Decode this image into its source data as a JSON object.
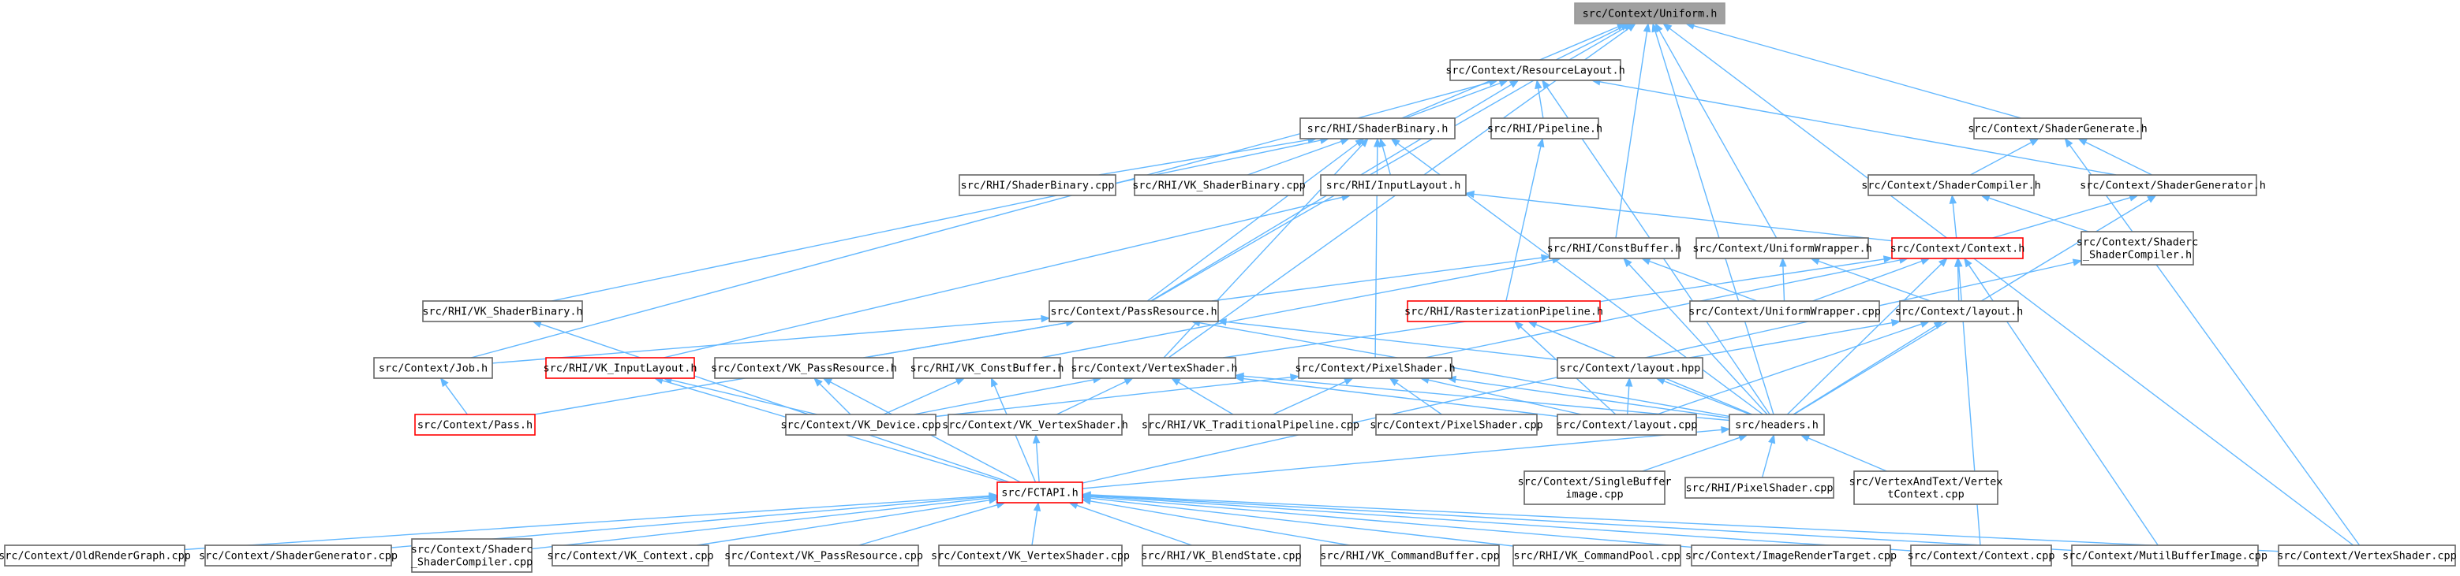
{
  "nodes": [
    {
      "id": "uniform",
      "lines": [
        "src/Context/Uniform.h"
      ],
      "root": true
    },
    {
      "id": "reslayout",
      "lines": [
        "src/Context/ResourceLayout.h"
      ]
    },
    {
      "id": "shadergenerate",
      "lines": [
        "src/Context/ShaderGenerate.h"
      ]
    },
    {
      "id": "shaderbinary",
      "lines": [
        "src/RHI/ShaderBinary.h"
      ]
    },
    {
      "id": "pipeline",
      "lines": [
        "src/RHI/Pipeline.h"
      ]
    },
    {
      "id": "shadercompiler",
      "lines": [
        "src/Context/ShaderCompiler.h"
      ]
    },
    {
      "id": "shadergenerator",
      "lines": [
        "src/Context/ShaderGenerator.h"
      ]
    },
    {
      "id": "shaderbinarycpp",
      "lines": [
        "src/RHI/ShaderBinary.cpp"
      ]
    },
    {
      "id": "vkshaderbinarycpp",
      "lines": [
        "src/RHI/VK_ShaderBinary.cpp"
      ]
    },
    {
      "id": "inputlayout",
      "lines": [
        "src/RHI/InputLayout.h"
      ]
    },
    {
      "id": "constbuffer",
      "lines": [
        "src/RHI/ConstBuffer.h"
      ]
    },
    {
      "id": "uniformwrapper",
      "lines": [
        "src/Context/UniformWrapper.h"
      ]
    },
    {
      "id": "context",
      "lines": [
        "src/Context/Context.h"
      ],
      "hl": true
    },
    {
      "id": "shadercshadercompiler",
      "lines": [
        "src/Context/Shaderc",
        "_ShaderCompiler.h"
      ]
    },
    {
      "id": "vkshaderbinary",
      "lines": [
        "src/RHI/VK_ShaderBinary.h"
      ]
    },
    {
      "id": "passresource",
      "lines": [
        "src/Context/PassResource.h"
      ]
    },
    {
      "id": "rastpipeline",
      "lines": [
        "src/RHI/RasterizationPipeline.h"
      ],
      "hl": true
    },
    {
      "id": "uniformwrappercpp",
      "lines": [
        "src/Context/UniformWrapper.cpp"
      ]
    },
    {
      "id": "layouth",
      "lines": [
        "src/Context/layout.h"
      ]
    },
    {
      "id": "job",
      "lines": [
        "src/Context/Job.h"
      ]
    },
    {
      "id": "vkinputlayout",
      "lines": [
        "src/RHI/VK_InputLayout.h"
      ],
      "hl": true
    },
    {
      "id": "vkpassresource",
      "lines": [
        "src/Context/VK_PassResource.h"
      ]
    },
    {
      "id": "vkconstbuffer",
      "lines": [
        "src/RHI/VK_ConstBuffer.h"
      ]
    },
    {
      "id": "vertexshader",
      "lines": [
        "src/Context/VertexShader.h"
      ]
    },
    {
      "id": "pixelshader",
      "lines": [
        "src/Context/PixelShader.h"
      ]
    },
    {
      "id": "layouthpp",
      "lines": [
        "src/Context/layout.hpp"
      ]
    },
    {
      "id": "pass",
      "lines": [
        "src/Context/Pass.h"
      ],
      "hl": true
    },
    {
      "id": "vkdevice",
      "lines": [
        "src/Context/VK_Device.cpp"
      ]
    },
    {
      "id": "vkvertexshader",
      "lines": [
        "src/Context/VK_VertexShader.h"
      ]
    },
    {
      "id": "vktradpipeline",
      "lines": [
        "src/RHI/VK_TraditionalPipeline.cpp"
      ]
    },
    {
      "id": "pixelshadercpp",
      "lines": [
        "src/Context/PixelShader.cpp"
      ]
    },
    {
      "id": "layoutcpp",
      "lines": [
        "src/Context/layout.cpp"
      ]
    },
    {
      "id": "headers",
      "lines": [
        "src/headers.h"
      ]
    },
    {
      "id": "singlebuffer",
      "lines": [
        "src/Context/SingleBuffer",
        "image.cpp"
      ]
    },
    {
      "id": "rhipixelshader",
      "lines": [
        "src/RHI/PixelShader.cpp"
      ]
    },
    {
      "id": "vertexandtext",
      "lines": [
        "src/VertexAndText/Vertex",
        "tContext.cpp"
      ]
    },
    {
      "id": "fctapi",
      "lines": [
        "src/FCTAPI.h"
      ],
      "hl": true
    },
    {
      "id": "oldrendergraph",
      "lines": [
        "src/Context/OldRenderGraph.cpp"
      ]
    },
    {
      "id": "shadergeneratorcpp",
      "lines": [
        "src/Context/ShaderGenerator.cpp"
      ]
    },
    {
      "id": "shadercshadercompilercpp",
      "lines": [
        "src/Context/Shaderc",
        "_ShaderCompiler.cpp"
      ]
    },
    {
      "id": "vkcontext",
      "lines": [
        "src/Context/VK_Context.cpp"
      ]
    },
    {
      "id": "vkpassresourcecpp",
      "lines": [
        "src/Context/VK_PassResource.cpp"
      ]
    },
    {
      "id": "vkvertexshadercpp",
      "lines": [
        "src/Context/VK_VertexShader.cpp"
      ]
    },
    {
      "id": "vkblendstate",
      "lines": [
        "src/RHI/VK_BlendState.cpp"
      ]
    },
    {
      "id": "vkcommandbuffer",
      "lines": [
        "src/RHI/VK_CommandBuffer.cpp"
      ]
    },
    {
      "id": "vkcommandpool",
      "lines": [
        "src/RHI/VK_CommandPool.cpp"
      ]
    },
    {
      "id": "imagerendertarget",
      "lines": [
        "src/Context/ImageRenderTarget.cpp"
      ]
    },
    {
      "id": "contextcpp",
      "lines": [
        "src/Context/Context.cpp"
      ]
    },
    {
      "id": "mutilbufferimage",
      "lines": [
        "src/Context/MutilBufferImage.cpp"
      ]
    },
    {
      "id": "vertexshadercpp",
      "lines": [
        "src/Context/VertexShader.cpp"
      ]
    }
  ],
  "edges": [
    [
      "reslayout",
      "uniform"
    ],
    [
      "shadergenerate",
      "uniform"
    ],
    [
      "shaderbinary",
      "uniform"
    ],
    [
      "constbuffer",
      "uniform"
    ],
    [
      "uniformwrapper",
      "uniform"
    ],
    [
      "passresource",
      "uniform"
    ],
    [
      "vertexshader",
      "uniform"
    ],
    [
      "headers",
      "uniform"
    ],
    [
      "vertexshadercpp",
      "uniform"
    ],
    [
      "shaderbinary",
      "reslayout"
    ],
    [
      "pipeline",
      "reslayout"
    ],
    [
      "shadergenerator",
      "reslayout"
    ],
    [
      "job",
      "reslayout"
    ],
    [
      "passresource",
      "reslayout"
    ],
    [
      "headers",
      "reslayout"
    ],
    [
      "shadercompiler",
      "shadergenerate"
    ],
    [
      "shadergenerator",
      "shadergenerate"
    ],
    [
      "vertexshadercpp",
      "shadergenerate"
    ],
    [
      "shaderbinarycpp",
      "shaderbinary"
    ],
    [
      "vkshaderbinarycpp",
      "shaderbinary"
    ],
    [
      "inputlayout",
      "shaderbinary"
    ],
    [
      "vkshaderbinary",
      "shaderbinary"
    ],
    [
      "vertexshader",
      "shaderbinary"
    ],
    [
      "pixelshader",
      "shaderbinary"
    ],
    [
      "headers",
      "shaderbinary"
    ],
    [
      "passresource",
      "shaderbinary"
    ],
    [
      "rastpipeline",
      "pipeline"
    ],
    [
      "context",
      "shadercompiler"
    ],
    [
      "shadercshadercompiler",
      "shadercompiler"
    ],
    [
      "context",
      "shadergenerator"
    ],
    [
      "headers",
      "shadergenerator"
    ],
    [
      "context",
      "inputlayout"
    ],
    [
      "vkinputlayout",
      "inputlayout"
    ],
    [
      "passresource",
      "constbuffer"
    ],
    [
      "uniformwrappercpp",
      "constbuffer"
    ],
    [
      "vkconstbuffer",
      "constbuffer"
    ],
    [
      "headers",
      "constbuffer"
    ],
    [
      "uniformwrappercpp",
      "uniformwrapper"
    ],
    [
      "layouth",
      "uniformwrapper"
    ],
    [
      "uniformwrappercpp",
      "context"
    ],
    [
      "layouth",
      "context"
    ],
    [
      "headers",
      "context"
    ],
    [
      "contextcpp",
      "context"
    ],
    [
      "mutilbufferimage",
      "context"
    ],
    [
      "vertexshader",
      "context"
    ],
    [
      "pixelshader",
      "context"
    ],
    [
      "fctapi",
      "shadercshadercompiler"
    ],
    [
      "fctapi",
      "vkshaderbinary"
    ],
    [
      "job",
      "passresource"
    ],
    [
      "vkpassresource",
      "passresource"
    ],
    [
      "pass",
      "passresource"
    ],
    [
      "layouthpp",
      "passresource"
    ],
    [
      "headers",
      "passresource"
    ],
    [
      "layoutcpp",
      "rastpipeline"
    ],
    [
      "headers",
      "rastpipeline"
    ],
    [
      "layouthpp",
      "layouth"
    ],
    [
      "layoutcpp",
      "layouth"
    ],
    [
      "headers",
      "layouth"
    ],
    [
      "pass",
      "job"
    ],
    [
      "fctapi",
      "vkinputlayout"
    ],
    [
      "vkdevice",
      "vkinputlayout"
    ],
    [
      "fctapi",
      "vkpassresource"
    ],
    [
      "vkdevice",
      "vkpassresource"
    ],
    [
      "fctapi",
      "vkconstbuffer"
    ],
    [
      "vkdevice",
      "vkconstbuffer"
    ],
    [
      "vkvertexshader",
      "vertexshader"
    ],
    [
      "vkdevice",
      "vertexshader"
    ],
    [
      "vktradpipeline",
      "vertexshader"
    ],
    [
      "layoutcpp",
      "vertexshader"
    ],
    [
      "headers",
      "vertexshader"
    ],
    [
      "vktradpipeline",
      "pixelshader"
    ],
    [
      "pixelshadercpp",
      "pixelshader"
    ],
    [
      "layoutcpp",
      "pixelshader"
    ],
    [
      "headers",
      "pixelshader"
    ],
    [
      "vkdevice",
      "pixelshader"
    ],
    [
      "layoutcpp",
      "layouthpp"
    ],
    [
      "headers",
      "layouthpp"
    ],
    [
      "fctapi",
      "vkvertexshader"
    ],
    [
      "fctapi",
      "headers"
    ],
    [
      "singlebuffer",
      "headers"
    ],
    [
      "rhipixelshader",
      "headers"
    ],
    [
      "vertexandtext",
      "headers"
    ],
    [
      "oldrendergraph",
      "fctapi"
    ],
    [
      "shadergeneratorcpp",
      "fctapi"
    ],
    [
      "shadercshadercompilercpp",
      "fctapi"
    ],
    [
      "vkcontext",
      "fctapi"
    ],
    [
      "vkpassresourcecpp",
      "fctapi"
    ],
    [
      "vkvertexshadercpp",
      "fctapi"
    ],
    [
      "vkblendstate",
      "fctapi"
    ],
    [
      "vkcommandbuffer",
      "fctapi"
    ],
    [
      "vkcommandpool",
      "fctapi"
    ],
    [
      "imagerendertarget",
      "fctapi"
    ],
    [
      "contextcpp",
      "fctapi"
    ],
    [
      "mutilbufferimage",
      "fctapi"
    ],
    [
      "vertexshadercpp",
      "fctapi"
    ]
  ]
}
